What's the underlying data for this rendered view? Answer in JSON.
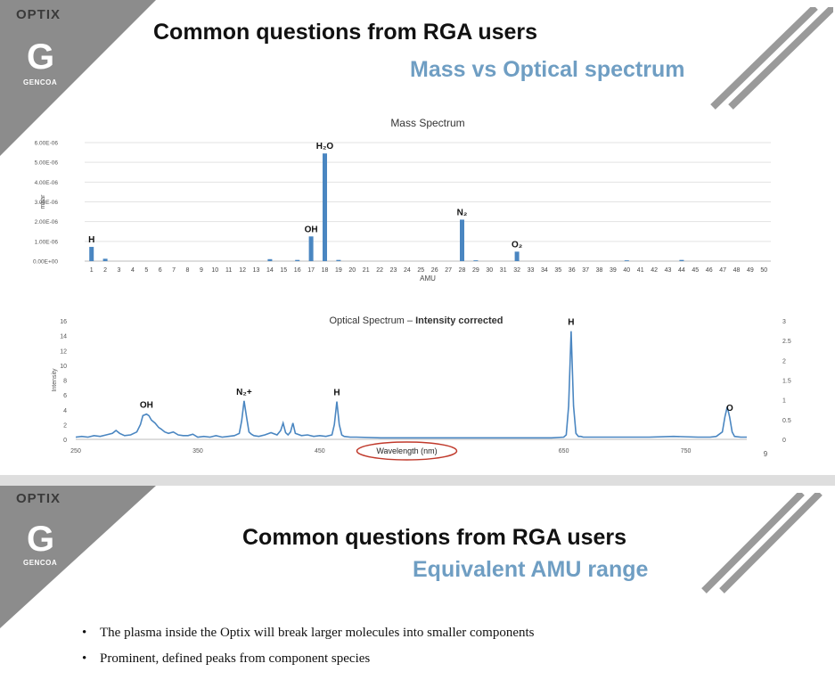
{
  "slide1": {
    "logo": {
      "optix": "OPTIX",
      "g": "G",
      "gencoa": "GENCOA"
    },
    "title": "Common questions from RGA users",
    "subtitle": "Mass vs Optical spectrum",
    "page_number": "9"
  },
  "slide2": {
    "logo": {
      "optix": "OPTIX",
      "g": "G",
      "gencoa": "GENCOA"
    },
    "title": "Common questions from RGA users",
    "subtitle": "Equivalent AMU range",
    "bullets": [
      "The plasma inside the Optix will break larger molecules into smaller components",
      "Prominent, defined peaks from component species"
    ]
  },
  "colors": {
    "accent": "#6f9ec3",
    "series": "#4a86c1",
    "highlight_circle": "#c0392b",
    "corner_gray": "#8c8c8c"
  },
  "chart_data": [
    {
      "type": "bar",
      "title": "Mass Spectrum",
      "xlabel": "AMU",
      "ylabel": "mbar",
      "ylim": [
        0,
        6e-06
      ],
      "yticks": [
        "0.00E+00",
        "1.00E-06",
        "2.00E-06",
        "3.00E-06",
        "4.00E-06",
        "5.00E-06",
        "6.00E-06"
      ],
      "categories": [
        "1",
        "2",
        "3",
        "4",
        "5",
        "6",
        "7",
        "8",
        "9",
        "10",
        "11",
        "12",
        "13",
        "14",
        "15",
        "16",
        "17",
        "18",
        "19",
        "20",
        "21",
        "22",
        "23",
        "24",
        "25",
        "26",
        "27",
        "28",
        "29",
        "30",
        "31",
        "32",
        "33",
        "34",
        "35",
        "36",
        "37",
        "38",
        "39",
        "40",
        "41",
        "42",
        "43",
        "44",
        "45",
        "46",
        "47",
        "48",
        "49",
        "50"
      ],
      "values": [
        7.2e-07,
        1.2e-07,
        0,
        0,
        0,
        0,
        0,
        0,
        0,
        0,
        0,
        0,
        0,
        1e-07,
        0,
        6e-08,
        1.25e-06,
        5.45e-06,
        6e-08,
        0,
        0,
        0,
        0,
        0,
        0,
        0,
        0,
        2.1e-06,
        4e-08,
        0,
        0,
        4.8e-07,
        0,
        0,
        0,
        0,
        0,
        0,
        0,
        4e-08,
        0,
        0,
        0,
        6e-08,
        0,
        0,
        0,
        0,
        0,
        0
      ],
      "peak_labels": [
        {
          "x": "1",
          "label": "H"
        },
        {
          "x": "17",
          "label": "OH"
        },
        {
          "x": "18",
          "label": "H₂O"
        },
        {
          "x": "28",
          "label": "N₂"
        },
        {
          "x": "32",
          "label": "O₂"
        }
      ],
      "grid": true
    },
    {
      "type": "line",
      "title": "Optical Spectrum – ",
      "title_bold": "Intensity corrected",
      "xlabel": "Wavelength (nm)",
      "ylabel": "Intensity",
      "xlim": [
        250,
        800
      ],
      "xticks": [
        250,
        350,
        450,
        550,
        650,
        750
      ],
      "xtick_labels": [
        "250",
        "350",
        "450",
        "",
        "650",
        "750"
      ],
      "ylim": [
        0,
        16
      ],
      "yticks": [
        0,
        2,
        4,
        6,
        8,
        10,
        12,
        14,
        16
      ],
      "y2lim": [
        0,
        3
      ],
      "y2ticks": [
        "0",
        "0.5",
        "1",
        "1.5",
        "2",
        "2.5",
        "3"
      ],
      "series": [
        {
          "x": [
            250,
            255,
            260,
            265,
            270,
            275,
            280,
            283,
            286,
            290,
            295,
            300,
            303,
            305,
            308,
            310,
            312,
            315,
            318,
            320,
            323,
            326,
            330,
            334,
            338,
            342,
            346,
            350,
            355,
            360,
            365,
            370,
            375,
            380,
            384,
            386,
            388,
            390,
            392,
            394,
            396,
            400,
            405,
            410,
            415,
            418,
            420,
            422,
            424,
            426,
            428,
            430,
            435,
            440,
            445,
            450,
            455,
            460,
            462,
            464,
            466,
            468,
            470,
            475,
            480,
            500,
            520,
            540,
            560,
            580,
            600,
            620,
            640,
            650,
            652,
            654,
            656,
            658,
            660,
            662,
            664,
            666,
            670,
            680,
            690,
            700,
            720,
            740,
            760,
            770,
            775,
            780,
            782,
            784,
            786,
            788,
            790,
            795,
            800
          ],
          "y": [
            0.3,
            0.4,
            0.3,
            0.5,
            0.4,
            0.6,
            0.8,
            1.2,
            0.8,
            0.5,
            0.6,
            1.0,
            2.0,
            3.2,
            3.4,
            3.2,
            2.6,
            2.2,
            1.6,
            1.4,
            1.0,
            0.8,
            1.0,
            0.6,
            0.5,
            0.5,
            0.7,
            0.3,
            0.4,
            0.3,
            0.5,
            0.3,
            0.4,
            0.5,
            0.8,
            2.5,
            5.2,
            3.0,
            1.0,
            0.7,
            0.5,
            0.4,
            0.6,
            0.9,
            0.6,
            1.2,
            2.2,
            0.9,
            0.6,
            1.0,
            2.2,
            0.8,
            0.5,
            0.6,
            0.4,
            0.5,
            0.4,
            0.6,
            2.0,
            5.1,
            2.0,
            0.6,
            0.4,
            0.3,
            0.3,
            0.2,
            0.2,
            0.2,
            0.2,
            0.2,
            0.2,
            0.2,
            0.2,
            0.3,
            0.6,
            4.5,
            14.6,
            4.5,
            0.8,
            0.4,
            0.4,
            0.3,
            0.3,
            0.3,
            0.3,
            0.3,
            0.3,
            0.4,
            0.3,
            0.3,
            0.4,
            1.0,
            3.0,
            4.4,
            3.0,
            1.0,
            0.4,
            0.3,
            0.3
          ]
        }
      ],
      "peak_labels": [
        {
          "x": 308,
          "label": "OH"
        },
        {
          "x": 388,
          "label": "N₂+"
        },
        {
          "x": 464,
          "label": "H"
        },
        {
          "x": 656,
          "label": "H"
        },
        {
          "x": 786,
          "label": "O"
        }
      ],
      "highlighted": "xlabel"
    }
  ]
}
